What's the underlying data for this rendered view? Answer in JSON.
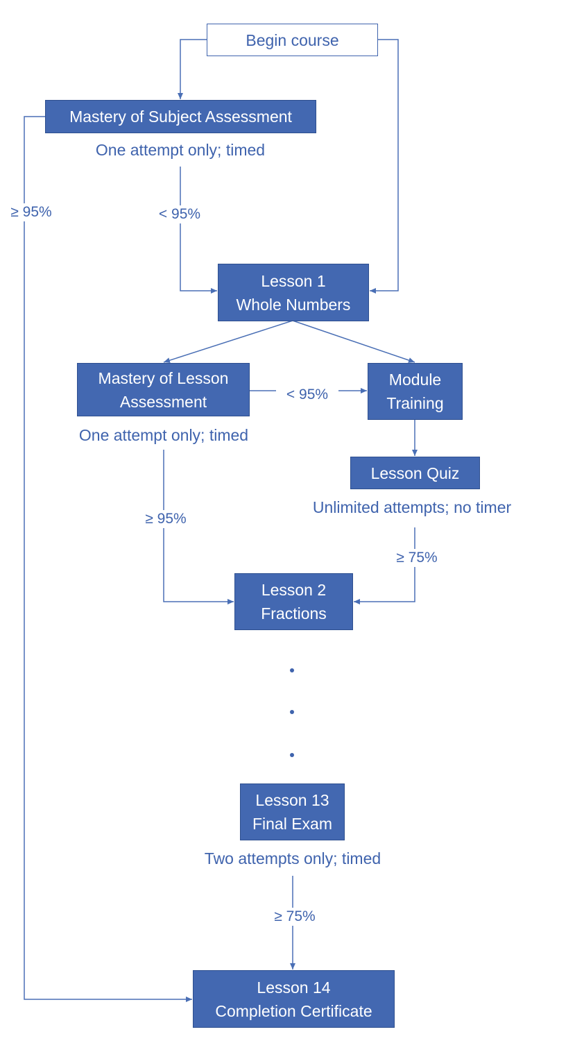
{
  "colors": {
    "box_fill": "#4368b1",
    "line": "#4a6fb5",
    "text": "#3f63ad"
  },
  "nodes": {
    "begin": {
      "line1": "Begin course"
    },
    "subject_assessment": {
      "line1": "Mastery of Subject Assessment"
    },
    "lesson1": {
      "line1": "Lesson 1",
      "line2": "Whole Numbers"
    },
    "lesson_assessment": {
      "line1": "Mastery of Lesson",
      "line2": "Assessment"
    },
    "module_training": {
      "line1": "Module",
      "line2": "Training"
    },
    "lesson_quiz": {
      "line1": "Lesson Quiz"
    },
    "lesson2": {
      "line1": "Lesson 2",
      "line2": "Fractions"
    },
    "lesson13": {
      "line1": "Lesson 13",
      "line2": "Final Exam"
    },
    "lesson14": {
      "line1": "Lesson 14",
      "line2": "Completion Certificate"
    }
  },
  "notes": {
    "subject_assessment": "One attempt only; timed",
    "lesson_assessment": "One attempt only; timed",
    "lesson_quiz": "Unlimited attempts; no timer",
    "lesson13": "Two attempts only; timed"
  },
  "conditions": {
    "subject_pass": "≥ 95%",
    "subject_fail": "< 95%",
    "lesson_fail": "< 95%",
    "lesson_pass": "≥ 95%",
    "quiz_pass": "≥ 75%",
    "final_pass": "≥ 75%"
  },
  "ellipsis_dots": 3
}
